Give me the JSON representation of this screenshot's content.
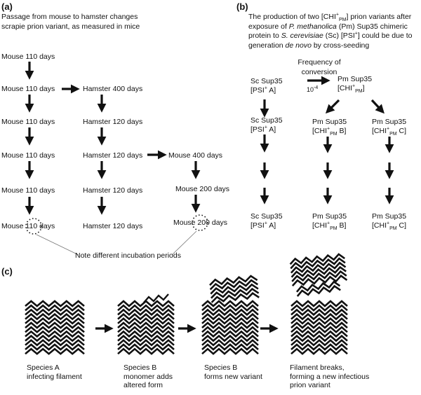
{
  "panel_a": {
    "label": "(a)",
    "description": "Passage from mouse to hamster changes scrapie prion variant, as measured in mice",
    "col1": [
      "Mouse 110 days",
      "Mouse 110 days",
      "Mouse 110 days",
      "Mouse 110 days",
      "Mouse 110 days",
      "Mouse 110 days"
    ],
    "col2": [
      "Hamster 400 days",
      "Hamster 120 days",
      "Hamster 120 days",
      "Hamster 120 days",
      "Hamster 120 days"
    ],
    "col3": [
      "Mouse 400 days",
      "Mouse 200 days",
      "Mouse 200 days"
    ],
    "note": "Note different incubation periods"
  },
  "panel_b": {
    "label": "(b)",
    "desc_1": "The production of two [CHI",
    "desc_1_sup": "+",
    "desc_1_sub": "PM",
    "desc_1b": "] prion variants after",
    "desc_2a": "exposure of ",
    "desc_2_italic": "P. methanolica",
    "desc_2b": " (Pm) Sup35 chimeric",
    "desc_3a": "protein to ",
    "desc_3_italic": "S. cerevisiae",
    "desc_3b": " (Sc) [PSI",
    "desc_3_sup": "+",
    "desc_3c": "] could be due to",
    "desc_4a": "generation ",
    "desc_4_italic": "de novo",
    "desc_4b": " by cross-seeding",
    "frequency_label": "Frequency of conversion",
    "frequency_value": "10",
    "frequency_exp": "-4",
    "sc_label": "Sc Sup35",
    "pm_label": "Pm Sup35",
    "psi": "PSI",
    "psi_suffix": " A",
    "chi": "CHI",
    "pm_sub": "PM",
    "variant_b": "B",
    "variant_c": "C",
    "plus": "+"
  },
  "panel_c": {
    "label": "(c)",
    "captions": [
      "Species A infecting filament",
      "Species B monomer adds altered form",
      "Species B forms new variant",
      "Filament breaks, forming a new infectious prion variant"
    ],
    "caption_lines": [
      [
        "Species A",
        "infecting filament"
      ],
      [
        "Species B",
        "monomer adds",
        "altered form"
      ],
      [
        "Species B",
        "forms new variant"
      ],
      [
        "Filament breaks,",
        "forming a new infectious",
        "prion variant"
      ]
    ]
  },
  "colors": {
    "ink": "#111111",
    "background": "#ffffff",
    "note_line": "#555555"
  }
}
